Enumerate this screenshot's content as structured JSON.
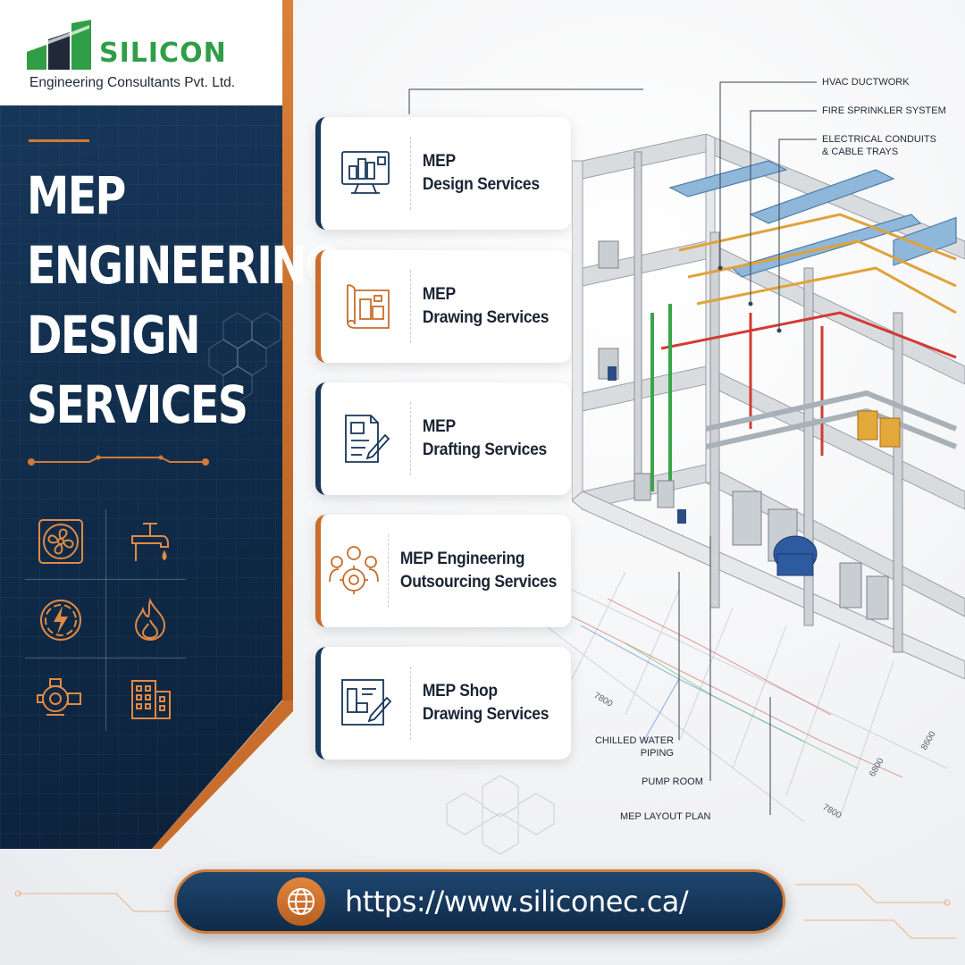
{
  "brand": {
    "name": "SILICON",
    "subtitle": "Engineering Consultants Pvt. Ltd.",
    "colors": {
      "green": "#2f9e46",
      "navy": "#17375a",
      "orange": "#d27a38"
    }
  },
  "headline": {
    "lines": [
      "MEP",
      "ENGINEERING",
      "DESIGN",
      "SERVICES"
    ]
  },
  "feature_icons": [
    "fan-icon",
    "faucet-icon",
    "lightning-icon",
    "flame-icon",
    "pump-icon",
    "building-icon"
  ],
  "services": [
    {
      "line1": "MEP",
      "line2": "Design Services",
      "icon": "monitor-blueprint-icon",
      "accent": "navy"
    },
    {
      "line1": "MEP",
      "line2": "Drawing Services",
      "icon": "blueprint-roll-icon",
      "accent": "orange"
    },
    {
      "line1": "MEP",
      "line2": "Drafting Services",
      "icon": "document-pen-icon",
      "accent": "navy"
    },
    {
      "line1": "MEP Engineering",
      "line2": "Outsourcing Services",
      "icon": "team-gear-icon",
      "accent": "orange"
    },
    {
      "line1": "MEP Shop",
      "line2": "Drawing Services",
      "icon": "shop-drawing-pen-icon",
      "accent": "navy"
    }
  ],
  "callouts": {
    "hvac": "HVAC DUCTWORK",
    "fire": "FIRE SPRINKLER SYSTEM",
    "electrical_1": "ELECTRICAL CONDUITS",
    "electrical_2": "& CABLE TRAYS",
    "chilled_1": "CHILLED WATER",
    "chilled_2": "PIPING",
    "pump": "PUMP ROOM",
    "layout": "MEP LAYOUT PLAN"
  },
  "dimensions": [
    "7800",
    "6800",
    "8600",
    "7800"
  ],
  "url": "https://www.siliconec.ca/"
}
